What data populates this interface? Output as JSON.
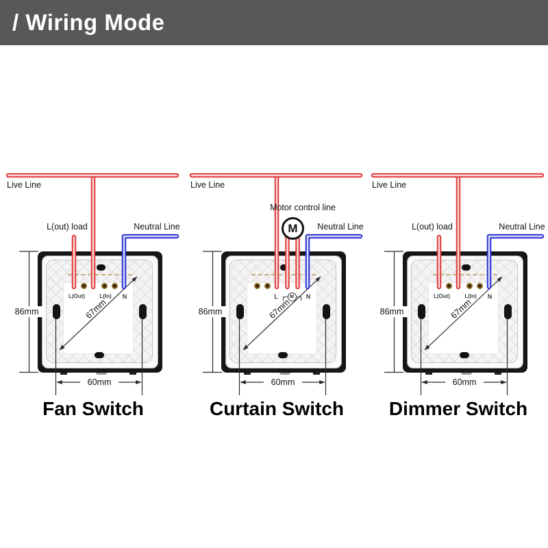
{
  "header": {
    "title": "/ Wiring Mode"
  },
  "colors": {
    "header_bg": "#58585a",
    "live": "#e03a3a",
    "live_core": "#f8dede",
    "neutral": "#2930d2",
    "neutral_core": "#dcdff8"
  },
  "diagrams": [
    {
      "name": "Fan Switch",
      "live_label": "Live Line",
      "lout_label": "L(out) load",
      "neutral_label": "Neutral Line",
      "has_lout": true,
      "dims": {
        "height": "86mm",
        "width": "60mm",
        "diagonal": "67mm"
      },
      "terminals": {
        "lout": "L(Out)",
        "lin": "L(In)",
        "n": "N"
      },
      "dots": {
        "d1": true,
        "d3": true,
        "d4": true
      }
    },
    {
      "name": "Curtain Switch",
      "live_label": "Live Line",
      "motor_label": "Motor control line",
      "motor_symbol": "M",
      "neutral_label": "Neutral Line",
      "dims": {
        "height": "86mm",
        "width": "60mm",
        "diagonal": "67mm"
      },
      "terminals": {
        "l": "L",
        "m": "M",
        "n": "N"
      },
      "dots": {
        "d0": true,
        "d1": true
      }
    },
    {
      "name": "Dimmer Switch",
      "live_label": "Live Line",
      "lout_label": "L(out) load",
      "neutral_label": "Neutral Line",
      "has_lout": true,
      "dims": {
        "height": "86mm",
        "width": "60mm",
        "diagonal": "67mm"
      },
      "terminals": {
        "lout": "L(Out)",
        "lin": "L(In)",
        "n": "N"
      },
      "dots": {
        "d1": true,
        "d3": true,
        "d4": true
      }
    }
  ]
}
